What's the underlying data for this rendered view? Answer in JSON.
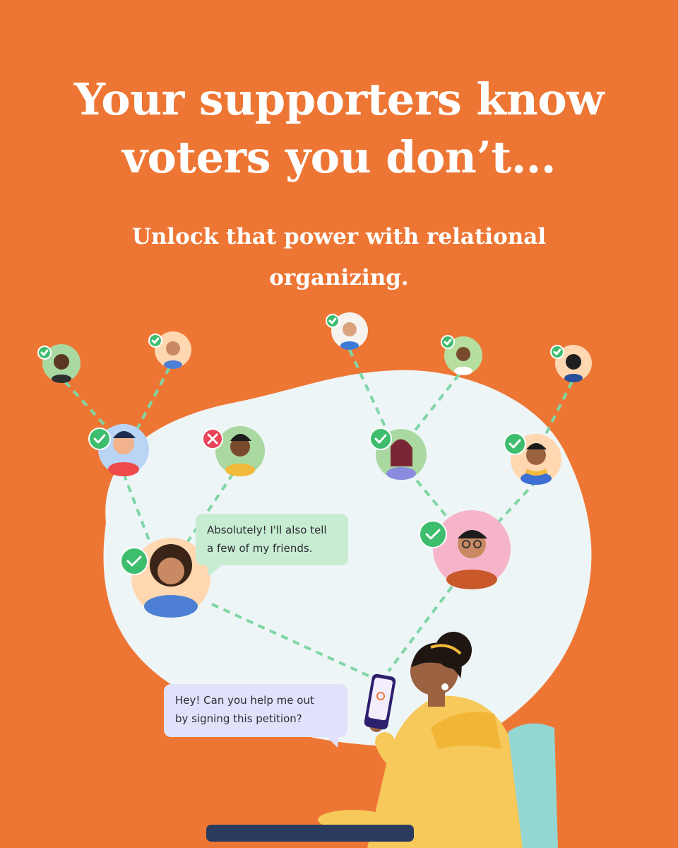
{
  "headline": {
    "line1": "Your supporters know",
    "line2": "voters you don’t..."
  },
  "subheadline": {
    "line1": "Unlock that power with relational",
    "line2": "organizing."
  },
  "messages": {
    "reply": {
      "line1": "Absolutely! I'll also tell",
      "line2": "a few of my friends."
    },
    "request": {
      "line1": "Hey! Can you help me out",
      "line2": "by signing this petition?"
    }
  },
  "colors": {
    "background": "#ee7634",
    "cloud": "#eef5f6",
    "connector": "#7fd6a6",
    "check_badge": "#3dbd6e",
    "reject_badge": "#e8455a"
  },
  "icons": [
    "check-icon",
    "x-icon",
    "phone-icon"
  ]
}
